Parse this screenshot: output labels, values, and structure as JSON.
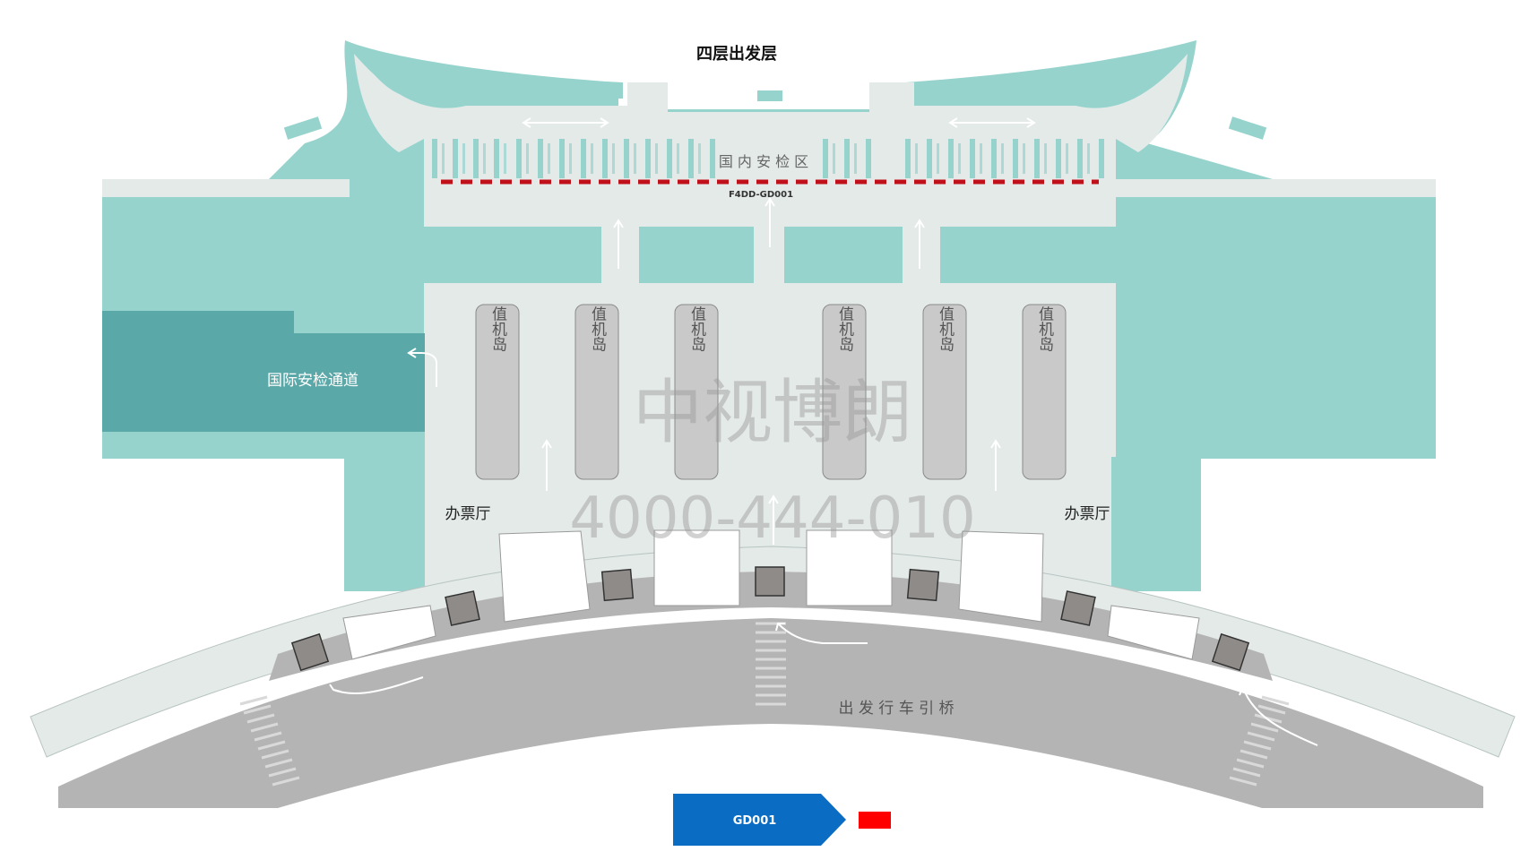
{
  "map": {
    "title": "四层出发层",
    "domestic_security": "国 内 安 检 区",
    "ad_code": "F4DD-GD001",
    "intl_security": "国际安检通道",
    "checkin_island": "值机岛",
    "ticket_hall_left": "办票厅",
    "ticket_hall_right": "办票厅",
    "bridge": "出 发 行 车 引 桥",
    "watermark_name": "中视博朗",
    "watermark_phone": "4000-444-010"
  },
  "legend": {
    "tag": "GD001",
    "tag_color": "#0a6cc2",
    "marker_color": "#ff0000"
  },
  "colors": {
    "teal": "#96d3cd",
    "teal_dark": "#5ba8a8",
    "floor": "#e3eae8",
    "road": "#b4b4b4",
    "island": "#c9c9c9",
    "ad_dashes": "#c0101a"
  }
}
